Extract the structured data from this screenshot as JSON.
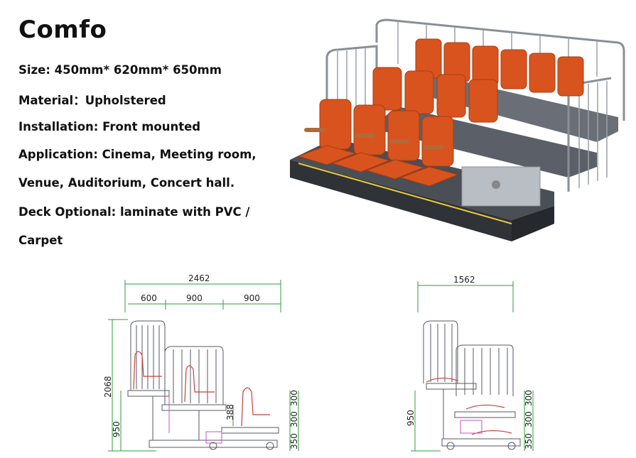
{
  "product": {
    "title": "Comfo",
    "specs": [
      "Size: 450mm* 620mm* 650mm",
      "Material：Upholstered",
      "Installation: Front mounted",
      "Application: Cinema, Meeting room,",
      "Venue, Auditorium, Concert hall.",
      "Deck Optional: laminate with PVC /",
      "Carpet"
    ]
  },
  "drawing_side": {
    "total_width": "2462",
    "segments": [
      "600",
      "900",
      "900"
    ],
    "height_total": "2068",
    "height_lower": "950",
    "step_rise": "388",
    "stack": [
      "350",
      "300",
      "300"
    ]
  },
  "drawing_front": {
    "total_width": "1562",
    "height_lower": "950",
    "stack": [
      "350",
      "300",
      "300"
    ]
  },
  "colors": {
    "seat": "#d9531e",
    "frame": "#8a8f96",
    "deck": "#3a3d42",
    "dim_line": "#2e9c3a",
    "cad_line": "#555a66"
  }
}
